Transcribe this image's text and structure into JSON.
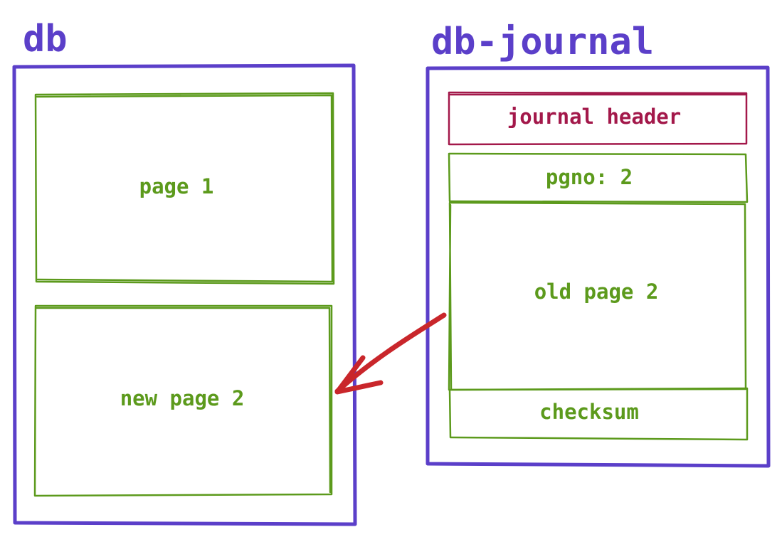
{
  "db": {
    "title": "db",
    "page1_label": "page 1",
    "page2_label": "new page 2"
  },
  "journal": {
    "title": "db-journal",
    "header_label": "journal header",
    "pgno_label": "pgno: 2",
    "old_page_label": "old page 2",
    "checksum_label": "checksum"
  },
  "colors": {
    "container": "#5b3fc9",
    "page": "#5c9a1c",
    "header": "#a3184a",
    "arrow": "#c9262b"
  }
}
